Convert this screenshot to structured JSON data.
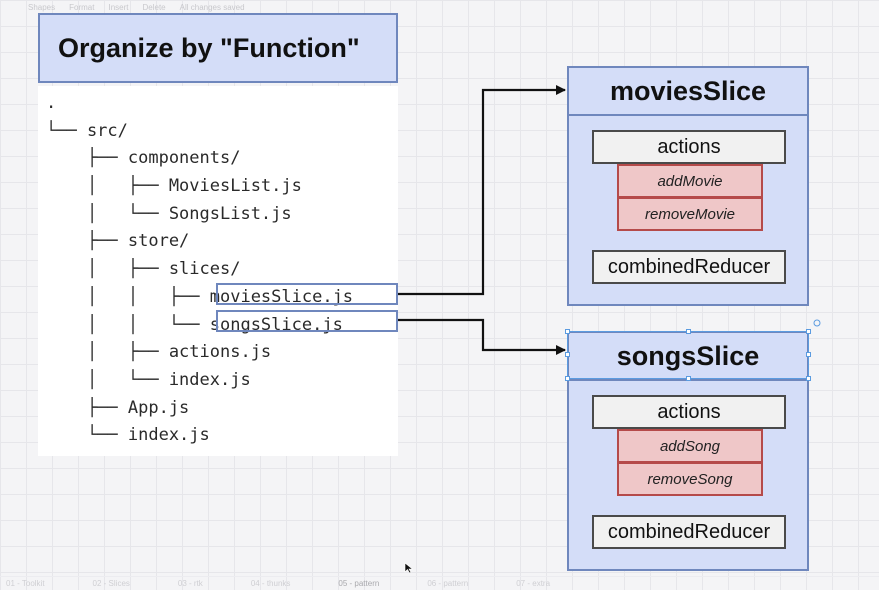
{
  "toolbar": {
    "items": [
      "Shapes",
      "Format",
      "Insert",
      "Delete",
      "All changes saved"
    ]
  },
  "title": "Organize by \"Function\"",
  "tree": {
    "lines": [
      ".",
      "└── src/",
      "    ├── components/",
      "    │   ├── MoviesList.js",
      "    │   └── SongsList.js",
      "    ├── store/",
      "    │   ├── slices/",
      "    │   │   ├── moviesSlice.js",
      "    │   │   └── songsSlice.js",
      "    │   ├── actions.js",
      "    │   └── index.js",
      "    ├── App.js",
      "    └── index.js"
    ]
  },
  "slices": [
    {
      "name": "moviesSlice",
      "actions_label": "actions",
      "actions": [
        "addMovie",
        "removeMovie"
      ],
      "reducer_label": "combinedReducer"
    },
    {
      "name": "songsSlice",
      "actions_label": "actions",
      "actions": [
        "addSong",
        "removeSong"
      ],
      "reducer_label": "combinedReducer"
    }
  ],
  "bottom_tabs": [
    "01 - Toolkit",
    "02 - Slices",
    "03 - rtk",
    "04 - thunks",
    "05 - pattern",
    "06 - pattern",
    "07 - extra"
  ],
  "colors": {
    "box_fill": "#d4ddf8",
    "box_border": "#6f87bd",
    "action_fill": "#efc7c8",
    "action_border": "#b54a4a"
  }
}
